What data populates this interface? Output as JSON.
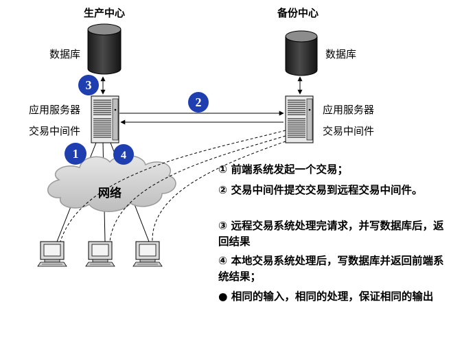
{
  "titles": {
    "production": "生产中心",
    "backup": "备份中心"
  },
  "labels": {
    "db_left": "数据库",
    "db_right": "数据库",
    "app_server_left": "应用服务器",
    "middleware_left": "交易中间件",
    "app_server_right": "应用服务器",
    "middleware_right": "交易中间件",
    "network": "网络"
  },
  "markers": {
    "m1": "1",
    "m2": "2",
    "m3": "3",
    "m4": "4"
  },
  "notes": [
    "① 前端系统发起一个交易；",
    "② 交易中间件提交交易到远程交易中间件。",
    "③ 远程交易系统处理完请求，并写数据库后，返回结果",
    "④ 本地交易系统处理后，写数据库并返回前端系统结果；",
    "● 相同的输入，相同的处理，保证相同的输出"
  ],
  "colors": {
    "marker_blue": "#1f3fb0",
    "cloud_fill": "#d2d2d2",
    "db_top": "#8c8c8c",
    "db_body": "#2a2a2a"
  }
}
